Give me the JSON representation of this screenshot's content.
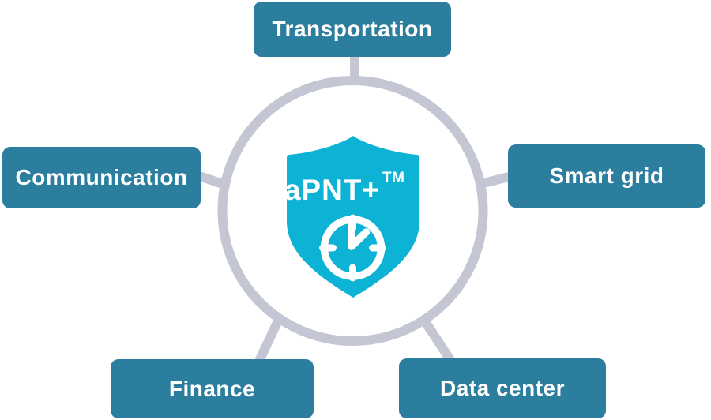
{
  "hub": {
    "label": "aPNT+",
    "trademark": "TM",
    "icons": [
      "shield-icon",
      "clock-icon"
    ]
  },
  "nodes": [
    {
      "id": "transportation",
      "label": "Transportation",
      "position": "top"
    },
    {
      "id": "communication",
      "label": "Communication",
      "position": "left"
    },
    {
      "id": "smart-grid",
      "label": "Smart grid",
      "position": "right"
    },
    {
      "id": "finance",
      "label": "Finance",
      "position": "bottom-left"
    },
    {
      "id": "data-center",
      "label": "Data center",
      "position": "bottom-right"
    }
  ],
  "colors": {
    "node_teal": "#2b7e9d",
    "shield_cyan": "#0db3d5",
    "connector_gray": "#c4c7d3",
    "label_white": "#ffffff",
    "background": "#ffffff"
  }
}
